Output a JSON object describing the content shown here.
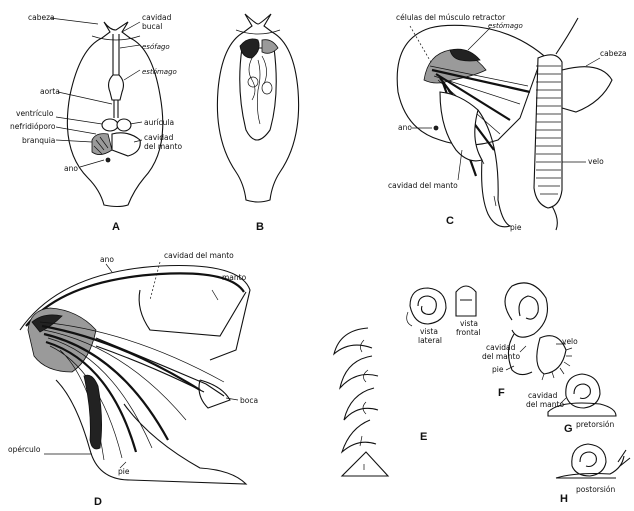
{
  "panel_a": {
    "letter": "A",
    "labels": {
      "cabeza": "cabeza",
      "cavidad_bucal_1": "cavidad",
      "cavidad_bucal_2": "bucal",
      "esofago": "esófago",
      "estomago": "estómago",
      "aorta": "aorta",
      "ventriculo": "ventrículo",
      "auricula": "aurícula",
      "nefridioporo": "nefridióporo",
      "branquia": "branquia",
      "cavidad_manto_1": "cavidad",
      "cavidad_manto_2": "del manto",
      "ano": "ano"
    }
  },
  "panel_b": {
    "letter": "B"
  },
  "panel_c": {
    "letter": "C",
    "labels": {
      "celulas": "células del músculo retractor",
      "estomago": "estómago",
      "cabeza": "cabeza",
      "ano": "ano",
      "velo": "velo",
      "cavidad_manto": "cavidad del manto",
      "pie": "pie"
    }
  },
  "panel_d": {
    "letter": "D",
    "labels": {
      "ano": "ano",
      "cavidad_manto": "cavidad del manto",
      "manto": "manto",
      "boca": "boca",
      "operculo": "opérculo",
      "pie": "pie"
    }
  },
  "panel_e": {
    "letter": "E",
    "labels": {
      "vista_lateral_1": "vista",
      "vista_lateral_2": "lateral",
      "vista_frontal_1": "vista",
      "vista_frontal_2": "frontal"
    }
  },
  "panel_f": {
    "letter": "F",
    "labels": {
      "velo": "velo",
      "cavidad_manto_1": "cavidad",
      "cavidad_manto_2": "del manto",
      "pie": "pie"
    }
  },
  "panel_g": {
    "letter": "G",
    "labels": {
      "cavidad_manto_1": "cavidad",
      "cavidad_manto_2": "del manto",
      "pretorsion": "pretorsión"
    }
  },
  "panel_h": {
    "letter": "H",
    "labels": {
      "postorsion": "postorsión"
    }
  }
}
